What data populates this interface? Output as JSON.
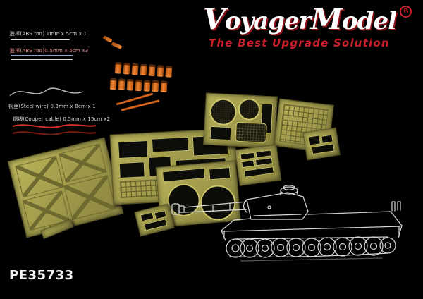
{
  "brand": {
    "logo": {
      "v": "V",
      "oyager": "oyager",
      "m": "M",
      "odel": "odel"
    },
    "registered_mark": "R",
    "tagline": "The Best Upgrade Solution"
  },
  "product_code": "PE35733",
  "materials": {
    "abs_rod_1": "胶棒(ABS rod) 1mm x 5cm x 1",
    "abs_rod_2": "胶棒(ABS rod)0.5mm x 5cm x3",
    "steel_wire": "钢丝(Steel wire) 0.3mm x 8cm x 1",
    "copper_cable": "铜线(Copper cable) 0.5mm x 15cm x2"
  },
  "colors": {
    "background": "#000000",
    "brand_red": "#c8202c",
    "brass_fret": "#b2ac52",
    "resin_orange": "#e4741f",
    "drawing_line": "#d8d8d8"
  }
}
